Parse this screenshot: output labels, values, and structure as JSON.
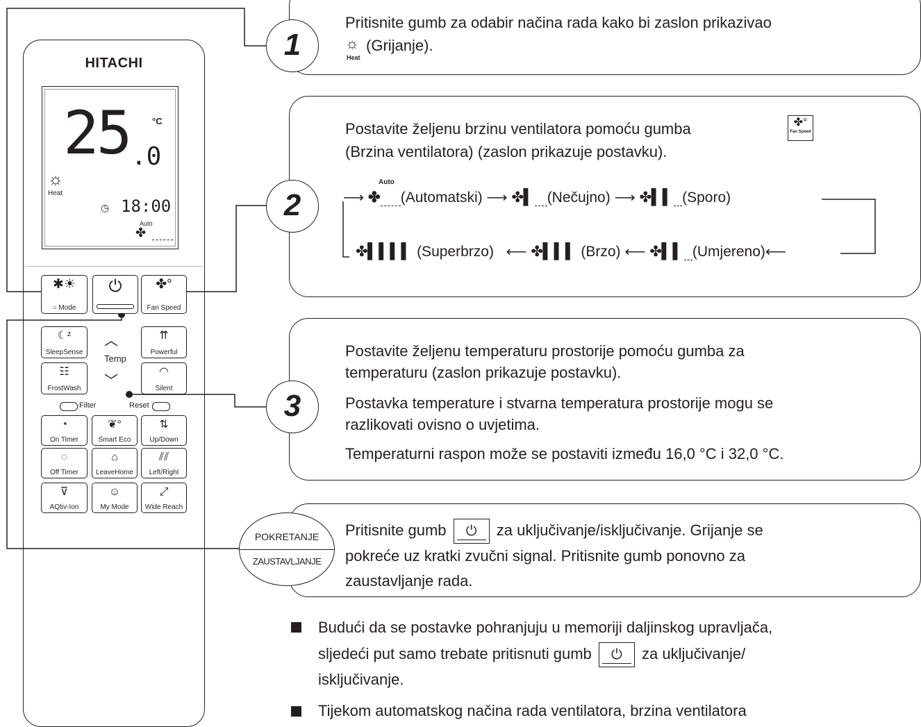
{
  "remote": {
    "brand": "HITACHI",
    "display": {
      "temperature": "25",
      "decimal": ".0",
      "unit": "°C",
      "mode_label": "Heat",
      "clock": "18:00",
      "fan_label": "Auto"
    },
    "buttons": {
      "mode": "Mode",
      "fan_speed": "Fan Speed",
      "sleepsense": "SleepSense",
      "temp": "Temp",
      "powerful": "Powerful",
      "frostwash": "FrostWash",
      "silent": "Silent",
      "filter": "Filter",
      "reset": "Reset",
      "on_timer": "On Timer",
      "smart_eco": "Smart Eco",
      "up_down": "Up/Down",
      "off_timer": "Off Timer",
      "leavehome": "LeaveHome",
      "left_right": "Left/Right",
      "aqtiv_ion": "AQtiv-Ion",
      "my_mode": "My Mode",
      "wide_reach": "Wide Reach"
    }
  },
  "steps": {
    "s1": {
      "number": "1",
      "line1": "Pritisnite gumb za odabir načina rada kako bi zaslon prikazivao",
      "line2": "(Grijanje).",
      "icon_label": "Heat"
    },
    "s2": {
      "number": "2",
      "line1": "Postavite željenu brzinu ventilatora pomoću gumba",
      "line2": "(Brzina ventilatora) (zaslon prikazuje postavku).",
      "button_label": "Fan Speed",
      "auto_label": "Auto",
      "speeds": {
        "automatic": "(Automatski)",
        "silent": "(Nečujno)",
        "slow": "(Sporo)",
        "medium": "(Umjereno)",
        "fast": "(Brzo)",
        "superfast": "(Superbrzo)"
      }
    },
    "s3": {
      "number": "3",
      "p1": "Postavite željenu temperaturu prostorije pomoću gumba za",
      "p1b": "temperaturu (zaslon prikazuje postavku).",
      "p2": "Postavka temperature i stvarna temperatura prostorije mogu se",
      "p2b": "razlikovati ovisno o uvjetima.",
      "p3": "Temperaturni raspon može se postaviti između 16,0 °C i 32,0 °C."
    },
    "start_stop": {
      "top": "POKRETANJE",
      "bottom": "ZAUSTAVLJANJE",
      "l1a": "Pritisnite gumb",
      "l1b": "za uključivanje/isključivanje. Grijanje se",
      "l2": "pokreće uz kratki zvučni signal. Pritisnite gumb ponovno za",
      "l3": "zaustavljanje rada."
    }
  },
  "notes": {
    "n1a": "Budući da se postavke pohranjuju u memoriji daljinskog upravljača,",
    "n1b": "sljedeći put samo trebate pritisnuti gumb",
    "n1c": "za uključivanje/",
    "n1d": "isključivanje.",
    "n2": "Tijekom automatskog načina rada ventilatora, brzina ventilatora"
  }
}
